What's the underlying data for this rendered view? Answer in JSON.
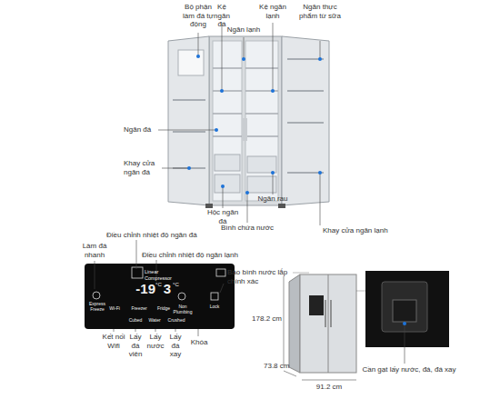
{
  "diagram": {
    "labels": [
      "Bộ phận làm đá tự động",
      "Kệ ngăn đá",
      "Ngăn lạnh",
      "Kệ ngăn lạnh",
      "Ngăn thực phẩm từ sữa",
      "Ngăn đá",
      "Khay cửa ngăn đá",
      "Hộc ngăn đá",
      "Ngăn rau",
      "Bình chứa nước",
      "Khay cửa ngăn lạnh",
      "Điều chỉnh nhiệt độ ngăn đá",
      "Điều chỉnh nhiệt độ ngăn lạnh",
      "Làm đá nhanh",
      "Báo bình nước lắp chính xác",
      "Linear Compressor",
      "Express Freeze",
      "Wi-Fi",
      "Freezer",
      "-19",
      "°C",
      "3",
      "°C",
      "Fridge",
      "Cubed",
      "Water",
      "Crushed",
      "Non Plumbing",
      "Lock",
      "Kết nối Wifi",
      "Lấy đá viên",
      "Lấy nước",
      "Lấy đá xay",
      "Khóa",
      "178.2 cm",
      "73.8 cm",
      "91.2 cm",
      "Cần gạt lấy nước, đá, đá xay"
    ]
  }
}
